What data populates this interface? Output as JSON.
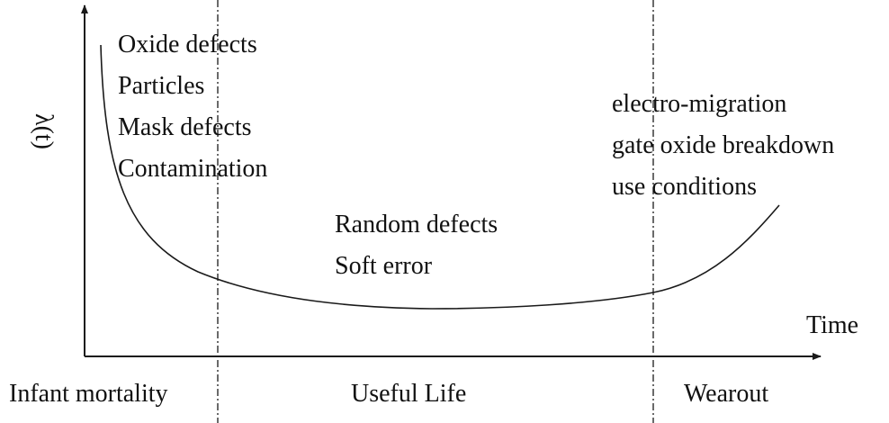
{
  "y_axis_label": "λ(t)",
  "x_axis_label": "Time",
  "regions": [
    "Infant mortality",
    "Useful Life",
    "Wearout"
  ],
  "infant_causes": [
    "Oxide defects",
    "Particles",
    "Mask defects",
    "Contamination"
  ],
  "useful_causes": [
    "Random defects",
    "Soft error"
  ],
  "wearout_causes": [
    "electro-migration",
    "gate oxide breakdown",
    "use conditions"
  ],
  "colors": {
    "line": "#1a1a1a",
    "background": "#ffffff"
  }
}
